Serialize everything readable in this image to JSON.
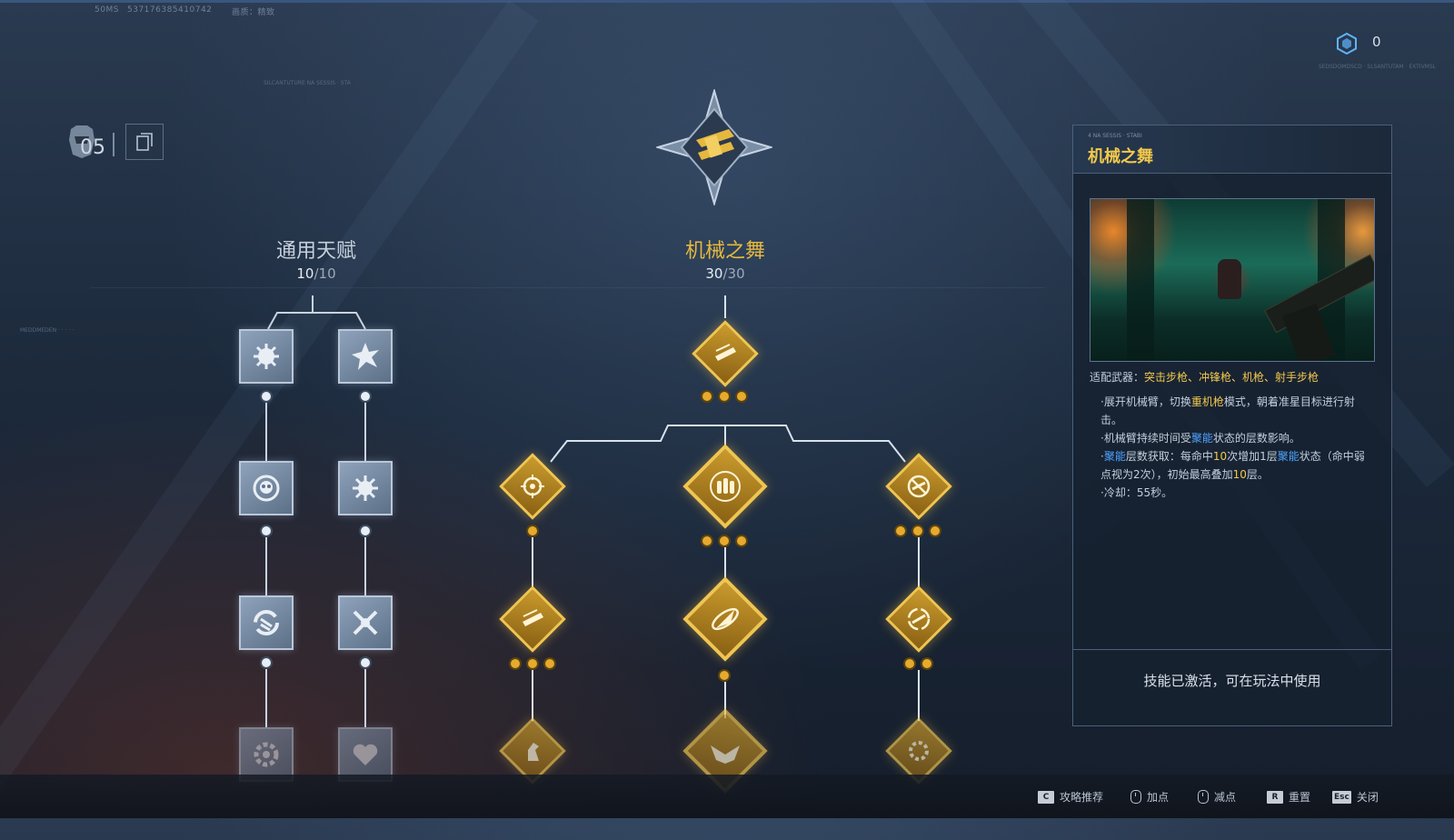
{
  "hud": {
    "ms": "50MS",
    "uid": "537176385410742",
    "quality": "画质：精致"
  },
  "header": {
    "rank_number": "05",
    "currency_value": "0"
  },
  "general_talent": {
    "title": "通用天赋",
    "points": "10",
    "max": "/10"
  },
  "main_talent": {
    "title": "机械之舞",
    "points": "30",
    "max": "/30"
  },
  "panel": {
    "title": "机械之舞",
    "weapons_label": "适配武器：",
    "weapons_value": "突击步枪、冲锋枪、机枪、射手步枪",
    "desc": {
      "l1a": "·展开机械臂，切换",
      "l1b": "重机枪",
      "l1c": "模式，朝着准星目标进行射击。",
      "l2a": "·机械臂持续时间受",
      "l2b": "聚能",
      "l2c": "状态的层数影响。",
      "l3a": "·",
      "l3b": "聚能",
      "l3c": "层数获取：每命中",
      "l3d": "10",
      "l3e": "次增加1层",
      "l3f": "聚能",
      "l3g": "状态（命中弱点视为2次），初始最高叠加",
      "l3h": "10",
      "l3i": "层。",
      "l4": "·冷却：55秒。"
    },
    "status": "技能已激活，可在玩法中使用"
  },
  "bottom_hints": [
    {
      "key": "C",
      "label": "攻略推荐"
    },
    {
      "key": "",
      "label": "加点"
    },
    {
      "key": "",
      "label": "减点"
    },
    {
      "key": "R",
      "label": "重置"
    },
    {
      "key": "Esc",
      "label": "关闭"
    }
  ],
  "colors": {
    "gold": "#e6b83f",
    "blue_highlight": "#4fa3ff",
    "silver_node": "#8ea3bb"
  }
}
